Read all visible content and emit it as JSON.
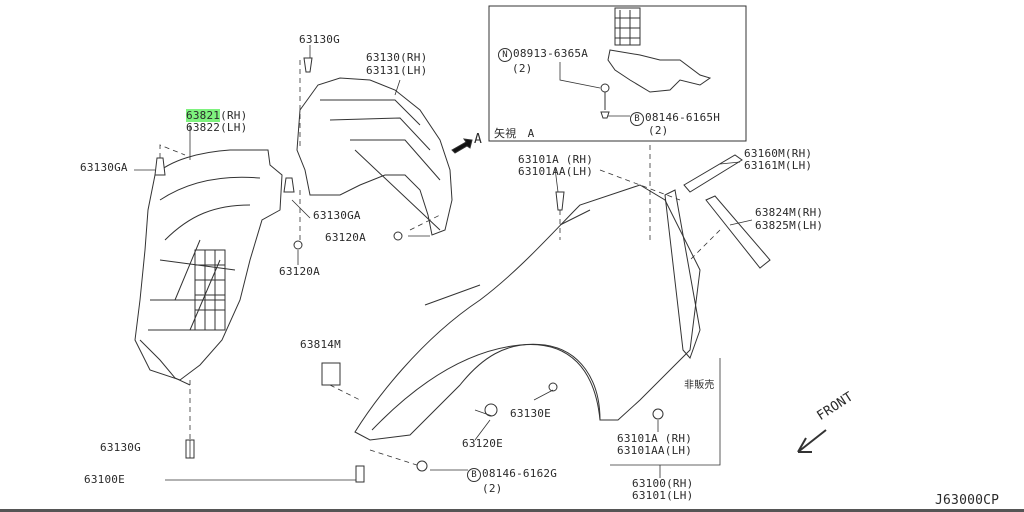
{
  "diagram_code": "J63000CP",
  "highlight_color": "#7ef27e",
  "direction_label": "FRONT",
  "view_arrow_label": "A",
  "inset": {
    "title": "矢視　A",
    "nut": {
      "symbol": "N",
      "part": "08913-6365A",
      "qty": "(2)"
    },
    "bolt": {
      "symbol": "B",
      "part": "08146-6165H",
      "qty": "(2)"
    }
  },
  "parts": {
    "p63130G": "63130G",
    "p63130_rh": "63130(RH)",
    "p63131_lh": "63131(LH)",
    "p63821": "63821",
    "p63821_side": "(RH)",
    "p63822_lh": "63822(LH)",
    "p63130GA_left": "63130GA",
    "p63130GA_mid": "63130GA",
    "p63120A_mid": "63120A",
    "p63120A_low": "63120A",
    "p63101A_top": "63101A (RH)",
    "p63101AA_top": "63101AA(LH)",
    "p63160M": "63160M(RH)",
    "p63161M": "63161M(LH)",
    "p63824M": "63824M(RH)",
    "p63825M": "63825M(LH)",
    "p63814M": "63814M",
    "p63130E": "63130E",
    "p63120E": "63120E",
    "p63100E": "63100E",
    "bolt_bottom": {
      "symbol": "B",
      "part": "08146-6162G",
      "qty": "(2)"
    },
    "p63101A_low": "63101A (RH)",
    "p63101AA_low": "63101AA(LH)",
    "not_for_sale": "非販売",
    "p63100_rh": "63100(RH)",
    "p63101_lh": "63101(LH)"
  }
}
